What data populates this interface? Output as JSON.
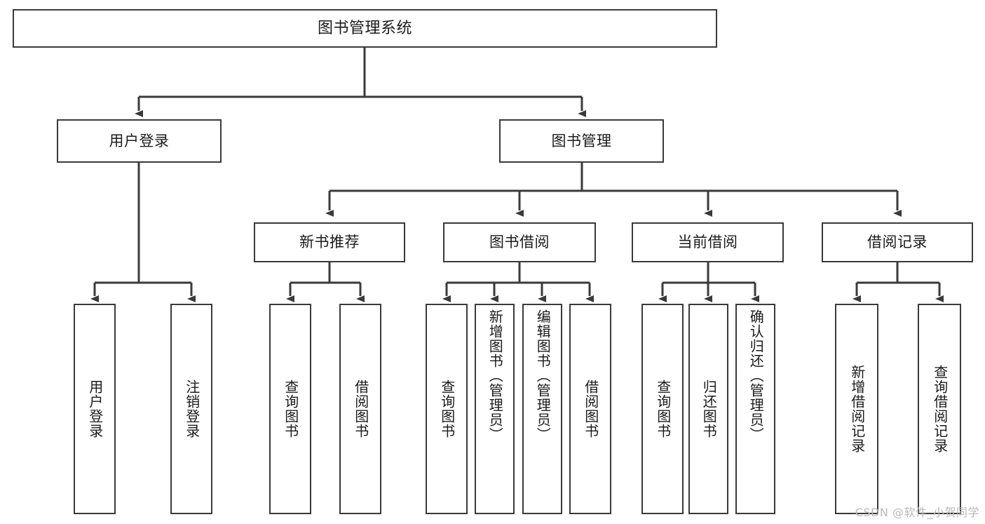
{
  "diagram": {
    "title": "图书管理系统",
    "type": "functional-structure-tree",
    "line_color": "#3a3a3a",
    "box_fill": "#ffffff",
    "text_color": "#1b1b1b",
    "watermark": "CSDN @软件_小贺同学",
    "levels": {
      "root": {
        "label": "图书管理系统"
      },
      "level2": [
        {
          "label": "用户登录"
        },
        {
          "label": "图书管理"
        }
      ],
      "level3": [
        {
          "label": "新书推荐"
        },
        {
          "label": "图书借阅"
        },
        {
          "label": "当前借阅"
        },
        {
          "label": "借阅记录"
        }
      ],
      "leaves": {
        "user_login": [
          {
            "label": "用户登录"
          },
          {
            "label": "注销登录"
          }
        ],
        "new_book_recommend": [
          {
            "label": "查询图书"
          },
          {
            "label": "借阅图书"
          }
        ],
        "book_borrow": [
          {
            "label": "查询图书"
          },
          {
            "label": "新增图书（管理员）"
          },
          {
            "label": "编辑图书（管理员）"
          },
          {
            "label": "借阅图书"
          }
        ],
        "current_borrow": [
          {
            "label": "查询图书"
          },
          {
            "label": "归还图书"
          },
          {
            "label": "确认归还（管理员）"
          }
        ],
        "borrow_records": [
          {
            "label": "新增借阅记录"
          },
          {
            "label": "查询借阅记录"
          }
        ]
      }
    }
  }
}
